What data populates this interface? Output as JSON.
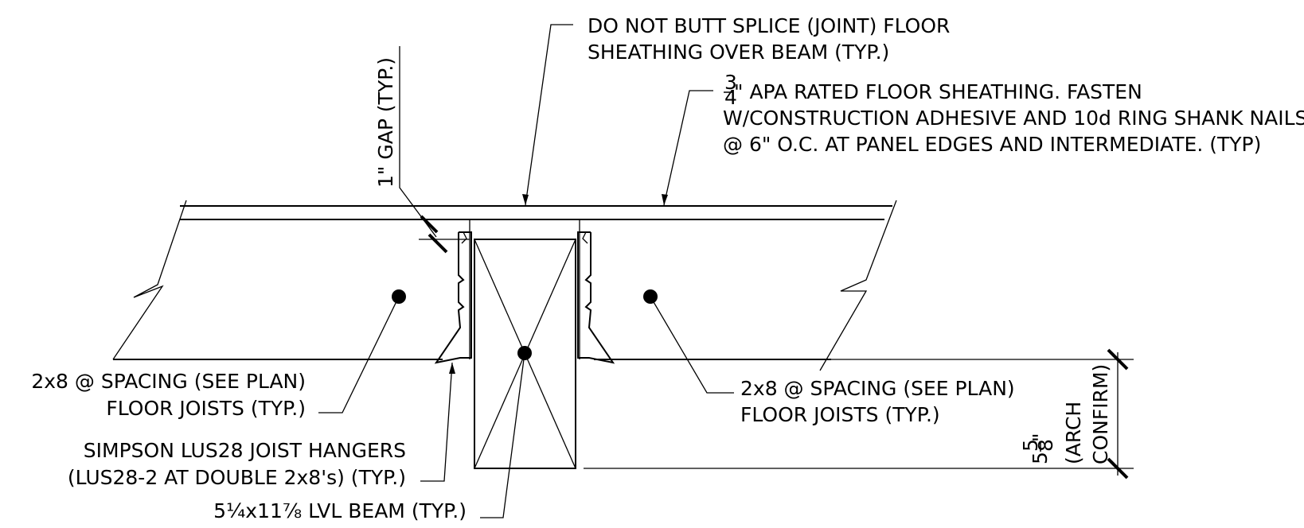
{
  "notes": {
    "butt_splice": [
      "DO NOT BUTT SPLICE (JOINT) FLOOR",
      "SHEATHING OVER BEAM (TYP.)"
    ],
    "sheathing": [
      "\" APA RATED FLOOR SHEATHING. FASTEN",
      "W/CONSTRUCTION ADHESIVE AND 10d RING SHANK NAILS",
      "@ 6\" O.C. AT PANEL EDGES AND INTERMEDIATE. (TYP)"
    ],
    "sheathing_frac_num": "3",
    "sheathing_frac_den": "4",
    "gap": "1\" GAP (TYP.)",
    "joists_left": [
      "2x8 @ SPACING (SEE PLAN)",
      "FLOOR JOISTS (TYP.)"
    ],
    "joists_right": [
      "2x8 @ SPACING (SEE PLAN)",
      "FLOOR JOISTS (TYP.)"
    ],
    "hangers": [
      "SIMPSON LUS28 JOIST HANGERS",
      "(LUS28-2 AT DOUBLE 2x8's) (TYP.)"
    ],
    "beam": "5¼x11⅞ LVL BEAM (TYP.)",
    "dim_value": "5",
    "dim_frac_num": "5",
    "dim_frac_den": "8",
    "dim_inch": "\"",
    "dim_note": [
      "(ARCH",
      "CONFIRM)"
    ]
  }
}
